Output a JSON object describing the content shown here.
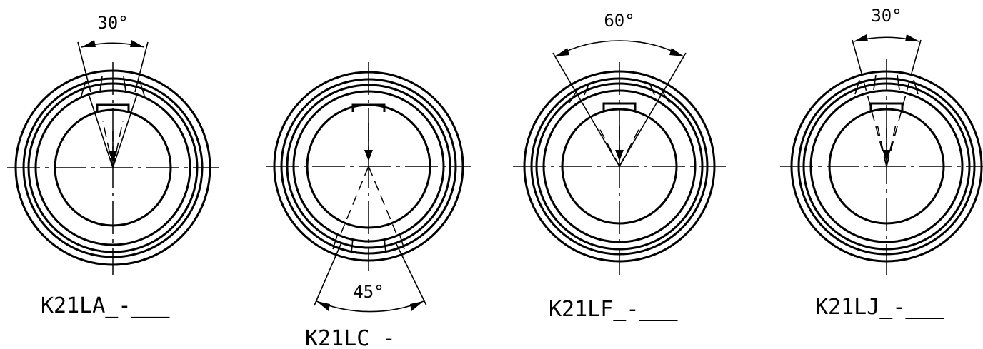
{
  "figures": [
    {
      "id": "k21la",
      "label": "K21LA_-___",
      "angle": "30°"
    },
    {
      "id": "k21lc",
      "label": "K21LC_-___",
      "angle": "45°"
    },
    {
      "id": "k21lf",
      "label": "K21LF_-___",
      "angle": "60°"
    },
    {
      "id": "k21lj",
      "label": "K21LJ_-___",
      "angle": "30°"
    }
  ]
}
